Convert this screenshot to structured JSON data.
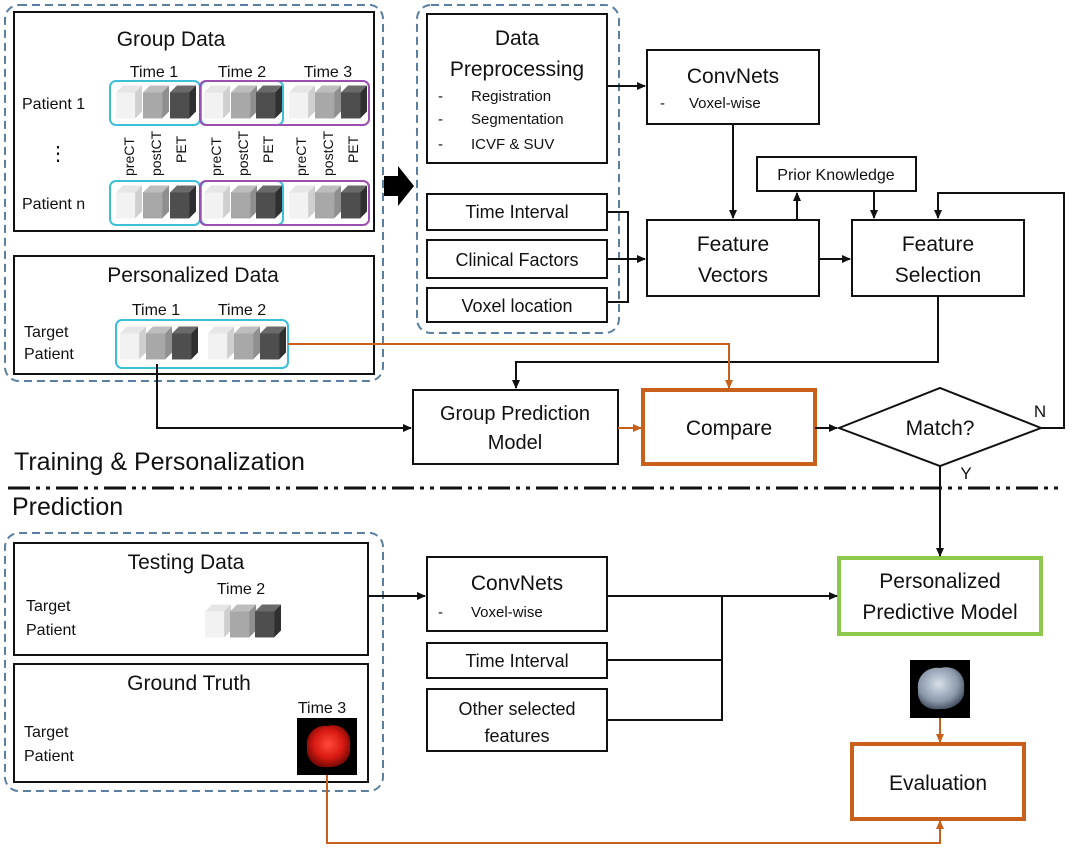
{
  "section_labels": {
    "training": "Training & Personalization",
    "prediction": "Prediction"
  },
  "group_data": {
    "title": "Group Data",
    "time1": "Time 1",
    "time2": "Time 2",
    "time3": "Time 3",
    "patient1": "Patient 1",
    "ellipsis": "⋮",
    "patientn": "Patient n",
    "mod_precT": "preCT",
    "mod_postCT": "postCT",
    "mod_PET": "PET"
  },
  "personalized_data": {
    "title": "Personalized Data",
    "time1": "Time 1",
    "time2": "Time 2",
    "target_line1": "Target",
    "target_line2": "Patient"
  },
  "preprocessing": {
    "title1": "Data",
    "title2": "Preprocessing",
    "item1": "Registration",
    "item2": "Segmentation",
    "item3": "ICVF & SUV",
    "bullet": "-"
  },
  "inputs_top": {
    "time_interval": "Time Interval",
    "clinical": "Clinical Factors",
    "voxel": "Voxel location"
  },
  "convnets_top": {
    "title": "ConvNets",
    "sub": "Voxel-wise",
    "bullet": "-"
  },
  "prior_knowledge": "Prior Knowledge",
  "feature_vectors": {
    "line1": "Feature",
    "line2": "Vectors"
  },
  "feature_selection": {
    "line1": "Feature",
    "line2": "Selection"
  },
  "group_model": {
    "line1": "Group Prediction",
    "line2": "Model"
  },
  "compare": "Compare",
  "match": {
    "label": "Match?",
    "no": "N",
    "yes": "Y"
  },
  "testing_data": {
    "title": "Testing Data",
    "time2": "Time 2",
    "target_line1": "Target",
    "target_line2": "Patient"
  },
  "ground_truth": {
    "title": "Ground Truth",
    "time3": "Time 3",
    "target_line1": "Target",
    "target_line2": "Patient"
  },
  "convnets_bottom": {
    "title": "ConvNets",
    "sub": "Voxel-wise",
    "bullet": "-"
  },
  "inputs_bottom": {
    "time_interval": "Time Interval",
    "other1": "Other selected",
    "other2": "features"
  },
  "personalized_model": {
    "line1": "Personalized",
    "line2": "Predictive Model"
  },
  "evaluation": "Evaluation",
  "colors": {
    "cyan": "#3cbfd8",
    "purple": "#9b4fb0",
    "orange": "#c8601b",
    "green": "#8cc84b",
    "dashed": "#5a7fa0",
    "line": "#111111"
  }
}
